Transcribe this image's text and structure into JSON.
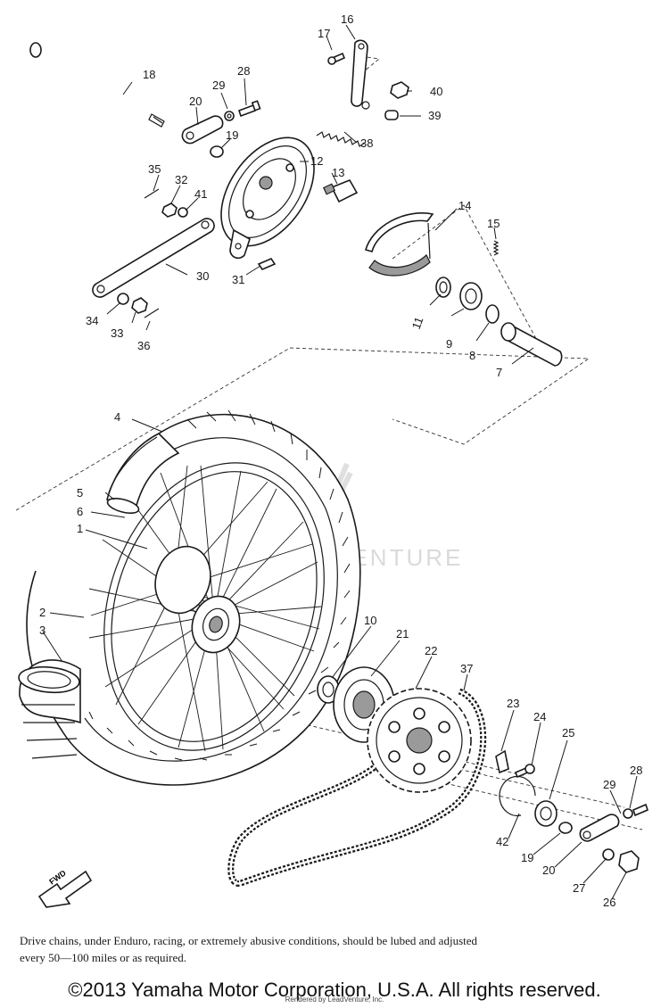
{
  "diagram": {
    "watermark_text": "ADVENTURE",
    "fwd_label": "FWD",
    "callouts": {
      "c1": "1",
      "c2": "2",
      "c3": "3",
      "c4": "4",
      "c5": "5",
      "c6": "6",
      "c7": "7",
      "c8": "8",
      "c9": "9",
      "c10": "10",
      "c11": "11",
      "c12": "12",
      "c13": "13",
      "c14": "14",
      "c15": "15",
      "c16": "16",
      "c17": "17",
      "c18": "18",
      "c19a": "19",
      "c19b": "19",
      "c20a": "20",
      "c20b": "20",
      "c21": "21",
      "c22": "22",
      "c23": "23",
      "c24": "24",
      "c25": "25",
      "c26": "26",
      "c27": "27",
      "c28a": "28",
      "c28b": "28",
      "c29a": "29",
      "c29b": "29",
      "c30": "30",
      "c31": "31",
      "c32": "32",
      "c33": "33",
      "c34": "34",
      "c35": "35",
      "c36": "36",
      "c37": "37",
      "c38": "38",
      "c39": "39",
      "c40": "40",
      "c41": "41",
      "c42": "42"
    }
  },
  "footer": {
    "note_line1": "Drive chains, under Enduro, racing, or extremely abusive conditions, should be lubed and adjusted",
    "note_line2": "every 50—100 miles or as required.",
    "copyright": "©2013 Yamaha Motor Corporation, U.S.A. All rights reserved.",
    "rendered_by": "Rendered by LeadVenture, Inc."
  }
}
